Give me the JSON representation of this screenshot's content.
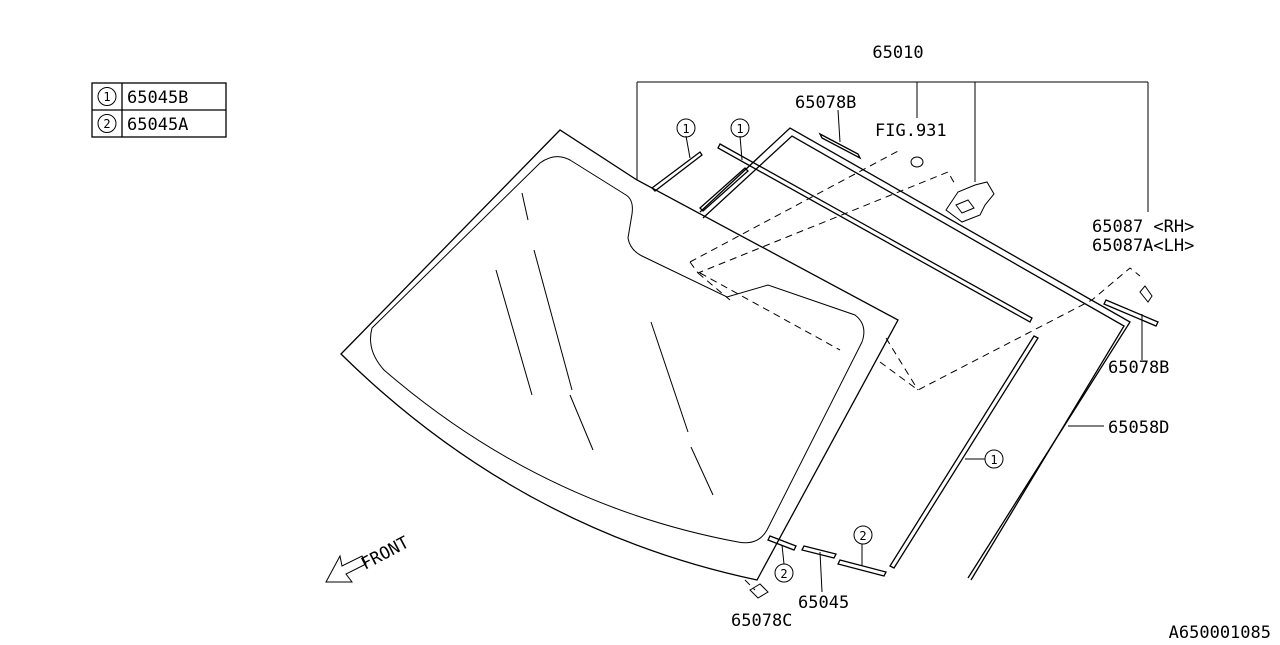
{
  "legend": {
    "rows": [
      {
        "key": "1",
        "part": "65045B"
      },
      {
        "key": "2",
        "part": "65045A"
      }
    ]
  },
  "labels": {
    "glass_assembly": "65010",
    "molding_top": "65078B",
    "fig_ref": "FIG.931",
    "clip_rh": "65087 <RH>",
    "clip_lh": "65087A<LH>",
    "molding_right": "65078B",
    "dam_rubber": "65058D",
    "spacer": "65045",
    "stopper": "65078C",
    "front_dir": "FRONT",
    "drawing_id": "A650001085"
  },
  "callouts": {
    "top_left_a": "1",
    "top_left_b": "1",
    "right_side": "1",
    "bottom_spacer_a": "2",
    "bottom_spacer_b": "2"
  }
}
